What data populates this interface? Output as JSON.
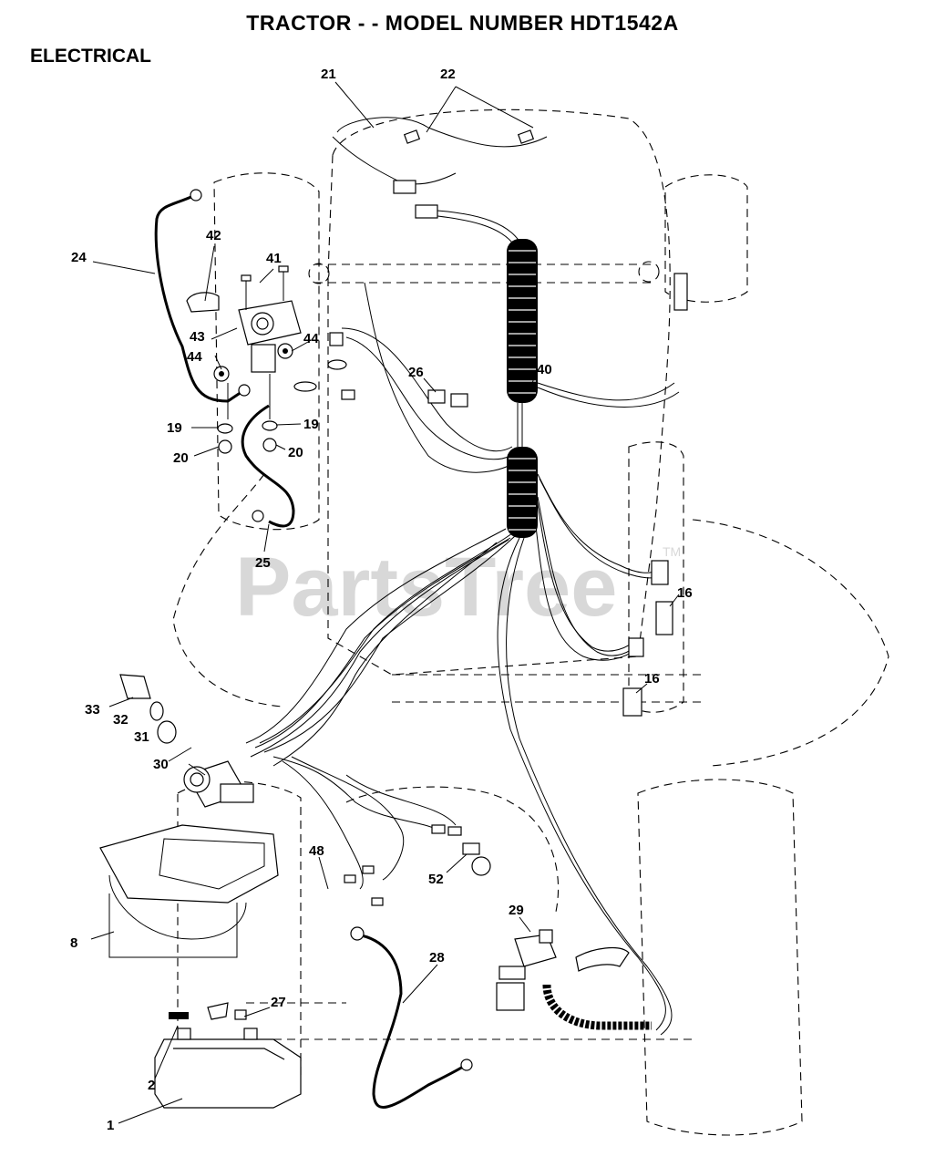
{
  "header": {
    "title": "TRACTOR - - MODEL NUMBER HDT1542A",
    "section": "ELECTRICAL"
  },
  "watermark": {
    "text": "PartsTree",
    "trademark": "TM"
  },
  "callouts": {
    "c1": "1",
    "c2": "2",
    "c8": "8",
    "c16a": "16",
    "c16b": "16",
    "c19a": "19",
    "c19b": "19",
    "c20a": "20",
    "c20b": "20",
    "c21": "21",
    "c22": "22",
    "c24": "24",
    "c25": "25",
    "c26": "26",
    "c27": "27",
    "c28": "28",
    "c29": "29",
    "c30": "30",
    "c31": "31",
    "c32": "32",
    "c33": "33",
    "c40": "40",
    "c41": "41",
    "c42": "42",
    "c43": "43",
    "c44a": "44",
    "c44b": "44",
    "c48": "48",
    "c52": "52"
  },
  "colors": {
    "ink": "#000000",
    "watermark": "#d8d8d8",
    "background": "#ffffff"
  }
}
